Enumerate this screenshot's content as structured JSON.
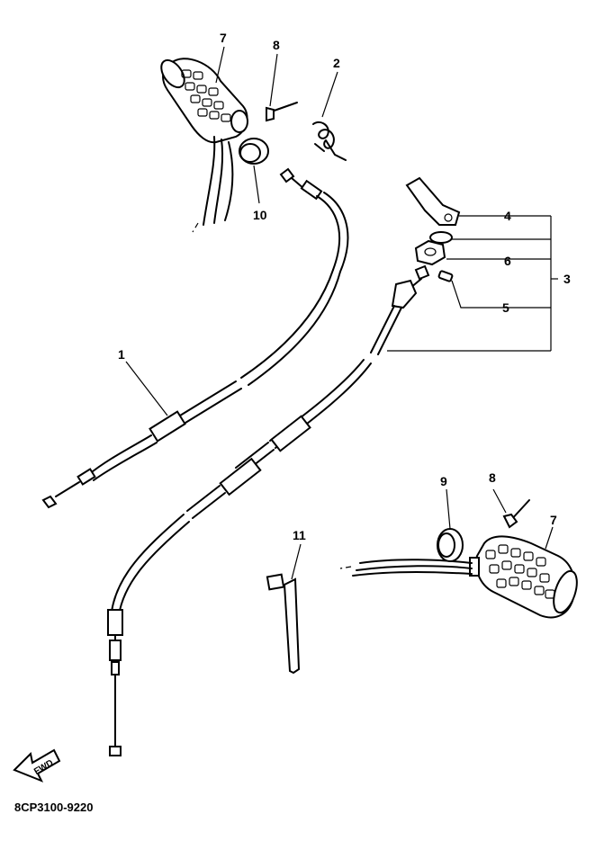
{
  "callouts": {
    "c1": "1",
    "c2": "2",
    "c3": "3",
    "c4": "4",
    "c5": "5",
    "c6": "6",
    "c7_top": "7",
    "c7_bottom": "7",
    "c8_top": "8",
    "c8_bottom": "8",
    "c9": "9",
    "c10": "10",
    "c11": "11"
  },
  "direction_arrow": "FWD",
  "diagram_code": "8CP3100-9220"
}
